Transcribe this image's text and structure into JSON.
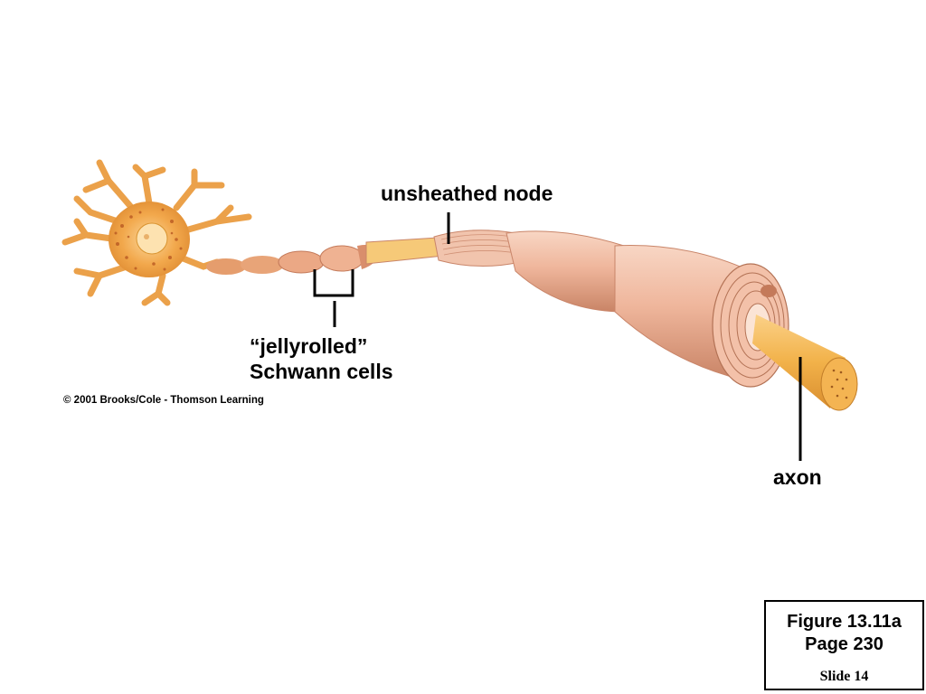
{
  "labels": {
    "unsheathed_node": "unsheathed node",
    "jellyrolled_line1": "“jellyrolled”",
    "jellyrolled_line2": "Schwann cells",
    "axon": "axon"
  },
  "copyright": "© 2001 Brooks/Cole - Thomson Learning",
  "reference": {
    "figure": "Figure 13.11a",
    "page": "Page 230",
    "slide": "Slide 14"
  },
  "colors": {
    "cell_body": "#f0a648",
    "cell_body_spots": "#b5541f",
    "schwann_sheath": "#efb9a0",
    "schwann_dark": "#c98569",
    "axon": "#f2b24a",
    "axon_end": "#e6953a",
    "leader_line": "#000000"
  }
}
